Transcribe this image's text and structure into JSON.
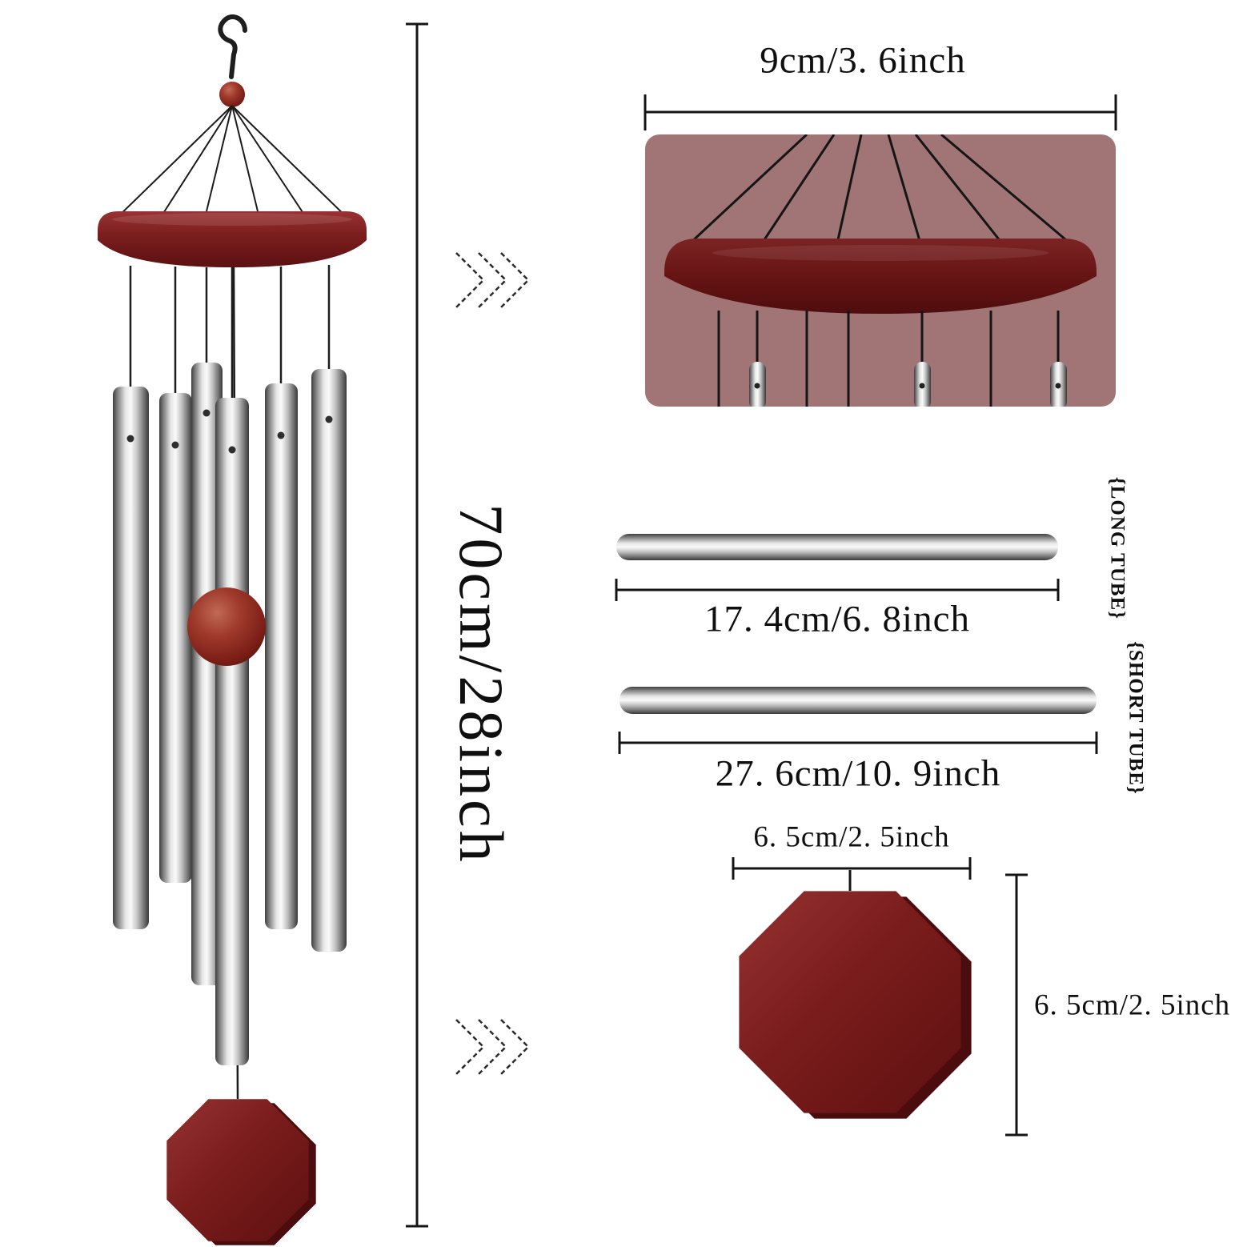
{
  "diagram": {
    "title": "wind-chime-dimension-diagram",
    "overall_height_label": "70cm/28inch",
    "top_ring": {
      "width_label": "9cm/3. 6inch"
    },
    "tube_a": {
      "length_label": "17. 4cm/6. 8inch",
      "tag": "{LONG TUBE}"
    },
    "tube_b": {
      "length_label": "27. 6cm/10. 9inch",
      "tag": "{SHORT TUBE}"
    },
    "wind_catcher": {
      "width_label": "6. 5cm/2. 5inch",
      "height_label": "6. 5cm/2. 5inch"
    }
  },
  "icons": {
    "detail_pointer": "double-chevron-right"
  },
  "colors": {
    "wood_red": "#7c1e1e",
    "wood_red_dark": "#5c1111",
    "closeup_background": "#a17575",
    "tube_silver_light": "#fafafa",
    "tube_silver_dark": "#3f3f3f",
    "dimension_line": "#141414",
    "text": "#0f0f0f",
    "background": "#ffffff"
  }
}
